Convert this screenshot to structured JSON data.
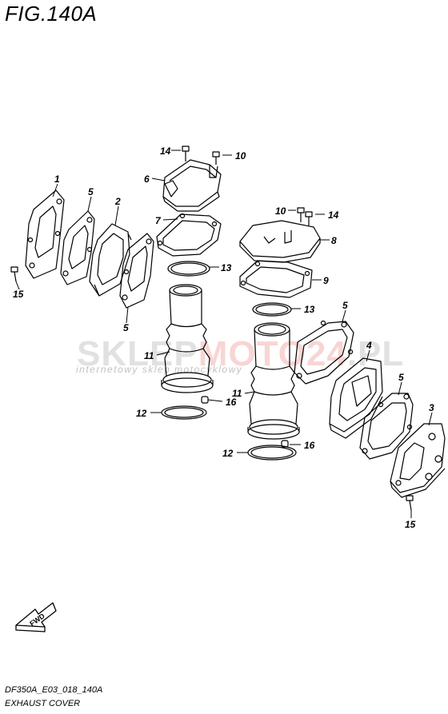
{
  "figure": {
    "title": "FIG.140A",
    "code": "DF350A_E03_018_140A",
    "name": "EXHAUST COVER",
    "direction_label": "FWD"
  },
  "watermark": {
    "part1": "SKLEP",
    "part2": "MOTO24",
    "suffix": ".PL",
    "subtitle": "internetowy sklep motocyklowy"
  },
  "callouts": [
    "14",
    "10",
    "6",
    "7",
    "1",
    "5",
    "2",
    "10",
    "14",
    "8",
    "13",
    "9",
    "15",
    "5",
    "13",
    "5",
    "11",
    "4",
    "16",
    "12",
    "11",
    "5",
    "3",
    "16",
    "12",
    "15"
  ],
  "colors": {
    "line": "#000000",
    "watermark_red": "#e0443a",
    "watermark_gray": "#7a7a7a"
  }
}
